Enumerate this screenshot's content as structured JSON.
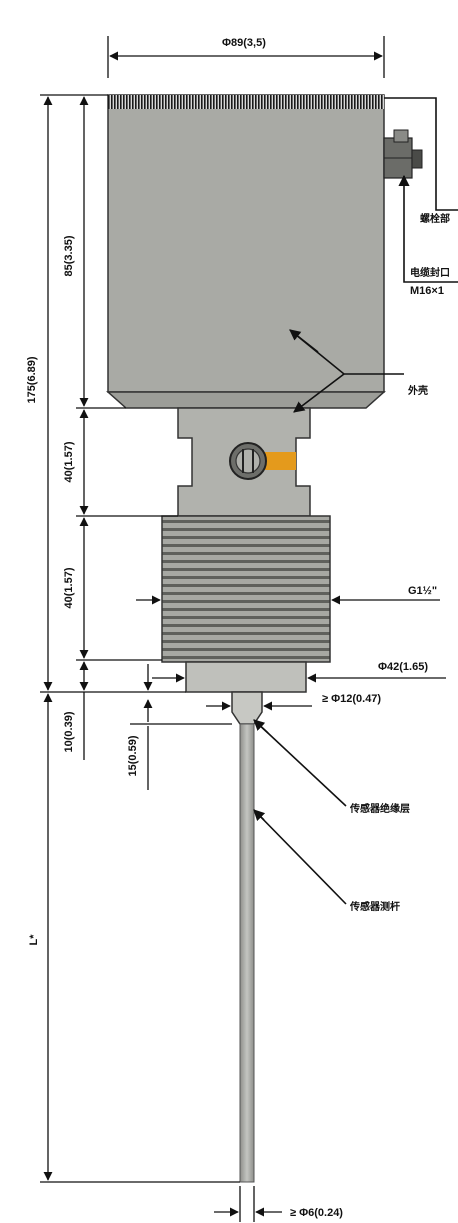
{
  "dimensions": {
    "top_diameter": "Φ89(3,5)",
    "total_height": "175(6.89)",
    "housing_height": "85(3.35)",
    "neck_height": "40(1.57)",
    "thread_height": "40(1.57)",
    "flange_height": "10(0.39)",
    "insulator_height": "15(0.59)",
    "probe_length": "L*",
    "thread_spec": "G1½\"",
    "flange_diameter": "Φ42(1.65)",
    "insulator_diameter": "≥ Φ12(0.47)",
    "rod_diameter": "≥ Φ6(0.24)"
  },
  "callouts": {
    "bolt": "螺栓部",
    "cable_gland": "电缆封口",
    "cable_thread": "M16×1",
    "housing": "外壳",
    "insulation_layer": "传感器绝缘层",
    "measuring_rod": "传感器测杆"
  },
  "colors": {
    "housing": "#a9aaa5",
    "accent": "#e49a1c",
    "line": "#111111"
  }
}
